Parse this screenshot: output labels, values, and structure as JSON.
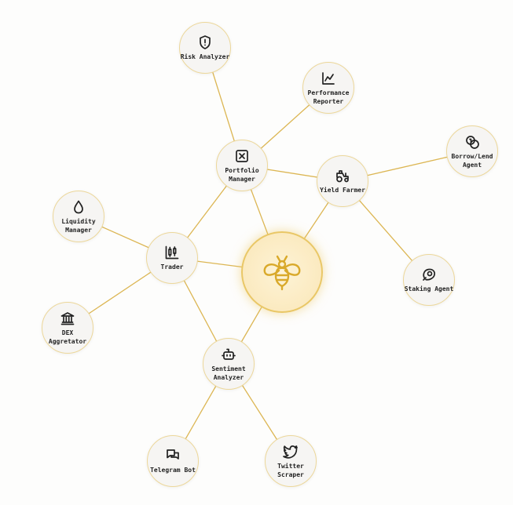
{
  "colors": {
    "edge": "#dcb653",
    "node_border": "#ecd79a",
    "hub_stroke": "#d9a92a",
    "icon_stroke": "#222222"
  },
  "hub": {
    "icon": "bee-icon"
  },
  "nodes": [
    {
      "id": "risk",
      "label": "Risk Analyzer",
      "icon": "shield-alert-icon"
    },
    {
      "id": "perf",
      "label": "Performance\nReporter",
      "icon": "line-chart-icon"
    },
    {
      "id": "portfolio",
      "label": "Portfolio\nManager",
      "icon": "x-square-icon"
    },
    {
      "id": "yield",
      "label": "Yield Farmer",
      "icon": "tractor-icon"
    },
    {
      "id": "borrow",
      "label": "Borrow/Lend\nAgent",
      "icon": "coins-icon"
    },
    {
      "id": "liquidity",
      "label": "Liquidity\nManager",
      "icon": "droplet-icon"
    },
    {
      "id": "trader",
      "label": "Trader",
      "icon": "candlestick-icon"
    },
    {
      "id": "staking",
      "label": "Staking Agent",
      "icon": "beef-icon"
    },
    {
      "id": "dex",
      "label": "DEX\nAggretator",
      "icon": "bank-icon"
    },
    {
      "id": "sentiment",
      "label": "Sentiment\nAnalyzer",
      "icon": "bot-icon"
    },
    {
      "id": "telegram",
      "label": "Telegram Bot",
      "icon": "chat-bubbles-icon"
    },
    {
      "id": "twitter",
      "label": "Twitter\nScraper",
      "icon": "twitter-icon"
    }
  ],
  "edges": [
    [
      "risk",
      "portfolio"
    ],
    [
      "perf",
      "portfolio"
    ],
    [
      "portfolio",
      "yield"
    ],
    [
      "portfolio",
      "trader"
    ],
    [
      "portfolio",
      "hub"
    ],
    [
      "yield",
      "hub"
    ],
    [
      "yield",
      "borrow"
    ],
    [
      "yield",
      "staking"
    ],
    [
      "liquidity",
      "trader"
    ],
    [
      "trader",
      "dex"
    ],
    [
      "trader",
      "hub"
    ],
    [
      "trader",
      "sentiment"
    ],
    [
      "hub",
      "sentiment"
    ],
    [
      "sentiment",
      "telegram"
    ],
    [
      "sentiment",
      "twitter"
    ]
  ]
}
